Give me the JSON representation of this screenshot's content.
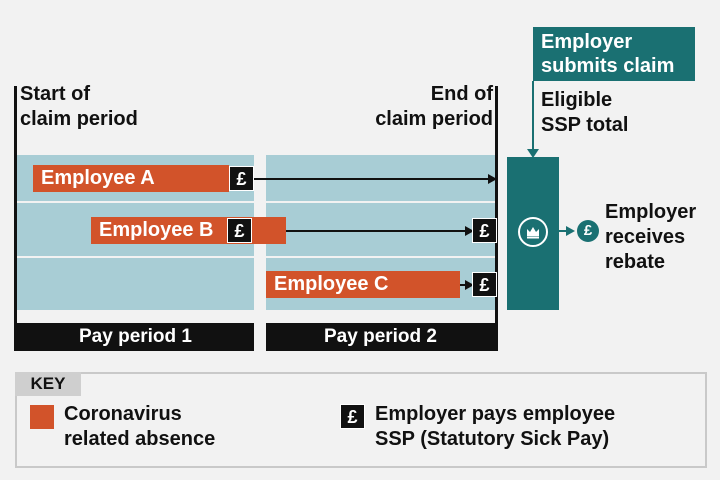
{
  "labels": {
    "start": [
      "Start of",
      "claim period"
    ],
    "end": [
      "End of",
      "claim period"
    ],
    "employer_submits": [
      "Employer",
      "submits claim"
    ],
    "eligible": [
      "Eligible",
      "SSP total"
    ],
    "receives": [
      "Employer",
      "receives",
      "rebate"
    ]
  },
  "employees": [
    {
      "name": "Employee A"
    },
    {
      "name": "Employee B"
    },
    {
      "name": "Employee C"
    }
  ],
  "pay_periods": [
    "Pay period 1",
    "Pay period 2"
  ],
  "pound_symbol": "£",
  "key": {
    "title": "KEY",
    "absence": [
      "Coronavirus",
      "related absence"
    ],
    "ssp": [
      "Employer pays employee",
      "SSP (Statutory Sick Pay)"
    ]
  },
  "icons": {
    "crest": "crown-crest-icon",
    "pound": "pound-icon"
  },
  "colors": {
    "absence": "#d2532a",
    "band": "#a8cdd5",
    "teal": "#1a7072",
    "black": "#111111"
  }
}
